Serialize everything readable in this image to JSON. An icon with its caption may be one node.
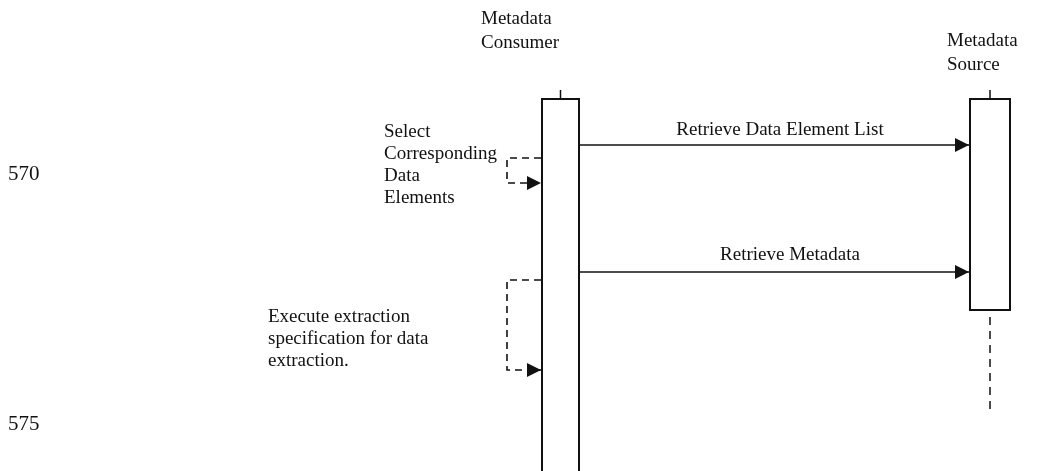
{
  "diagram": {
    "nodes": [
      {
        "text": [
          "Metadata Consumer"
        ]
      },
      {
        "text": [
          "Metadata Source"
        ]
      }
    ],
    "edges": [
      {
        "from": 0,
        "to": 1,
        "arrow": "to",
        "label": "Retrieve Data Element List"
      },
      {
        "from": 0,
        "to": 0,
        "arrow": "to",
        "style": "dashed",
        "label": "Select Corresponding Data Elements"
      },
      {
        "from": 0,
        "to": 1,
        "arrow": "to",
        "label": "Retrieve Metadata"
      },
      {
        "from": 0,
        "to": 0,
        "arrow": "to",
        "style": "dashed",
        "label": "Execute extraction specification for data extraction."
      }
    ],
    "labels": [
      "570",
      "575"
    ]
  }
}
